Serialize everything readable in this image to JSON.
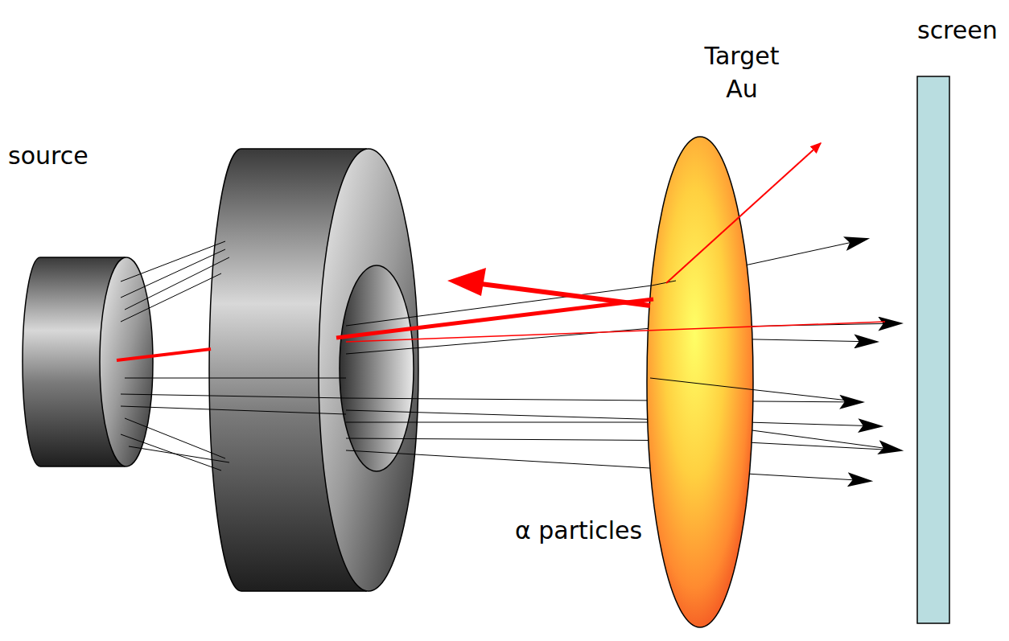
{
  "diagram": {
    "labels": [
      "screen",
      "Target Au",
      "source",
      "α particles"
    ]
  }
}
